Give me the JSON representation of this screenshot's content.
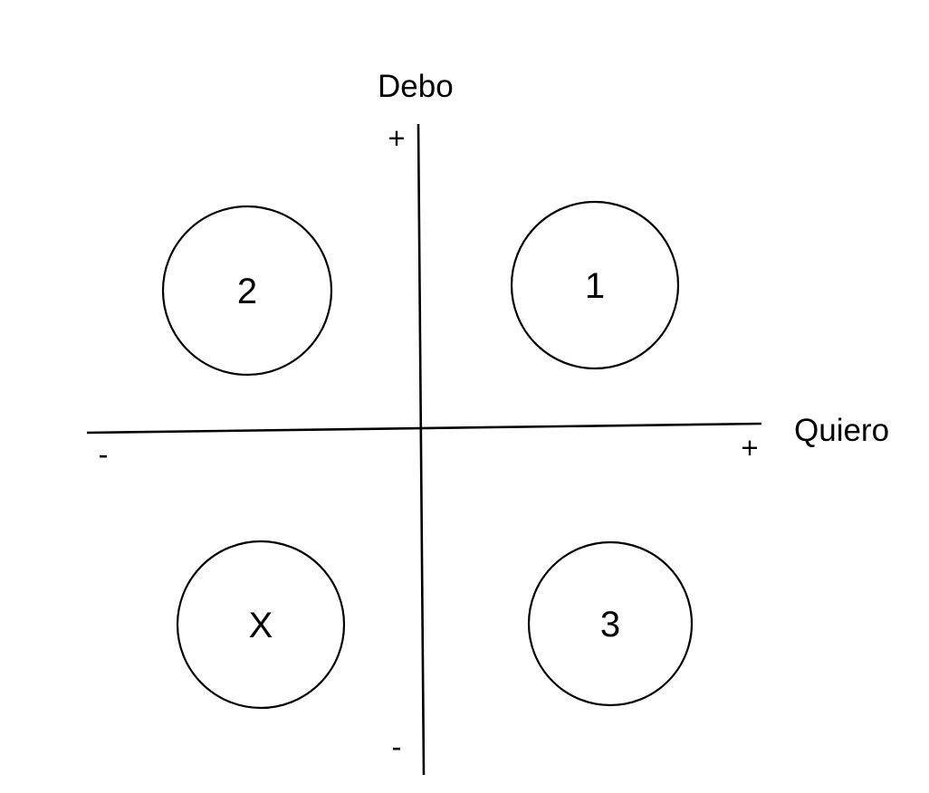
{
  "diagram": {
    "type": "quadrant",
    "background_color": "#ffffff",
    "stroke_color": "#000000",
    "axes": {
      "vertical": {
        "label": "Debo",
        "positive_sign": "+",
        "negative_sign": "-",
        "positive_end": "top",
        "negative_end": "bottom"
      },
      "horizontal": {
        "label": "Quiero",
        "positive_sign": "+",
        "negative_sign": "-",
        "positive_end": "right",
        "negative_end": "left"
      }
    },
    "nodes": [
      {
        "label": "1",
        "quadrant": "top-right",
        "quiero": "+",
        "debo": "+"
      },
      {
        "label": "2",
        "quadrant": "top-left",
        "quiero": "-",
        "debo": "+"
      },
      {
        "label": "3",
        "quadrant": "bottom-right",
        "quiero": "+",
        "debo": "-"
      },
      {
        "label": "X",
        "quadrant": "bottom-left",
        "quiero": "-",
        "debo": "-"
      }
    ]
  }
}
